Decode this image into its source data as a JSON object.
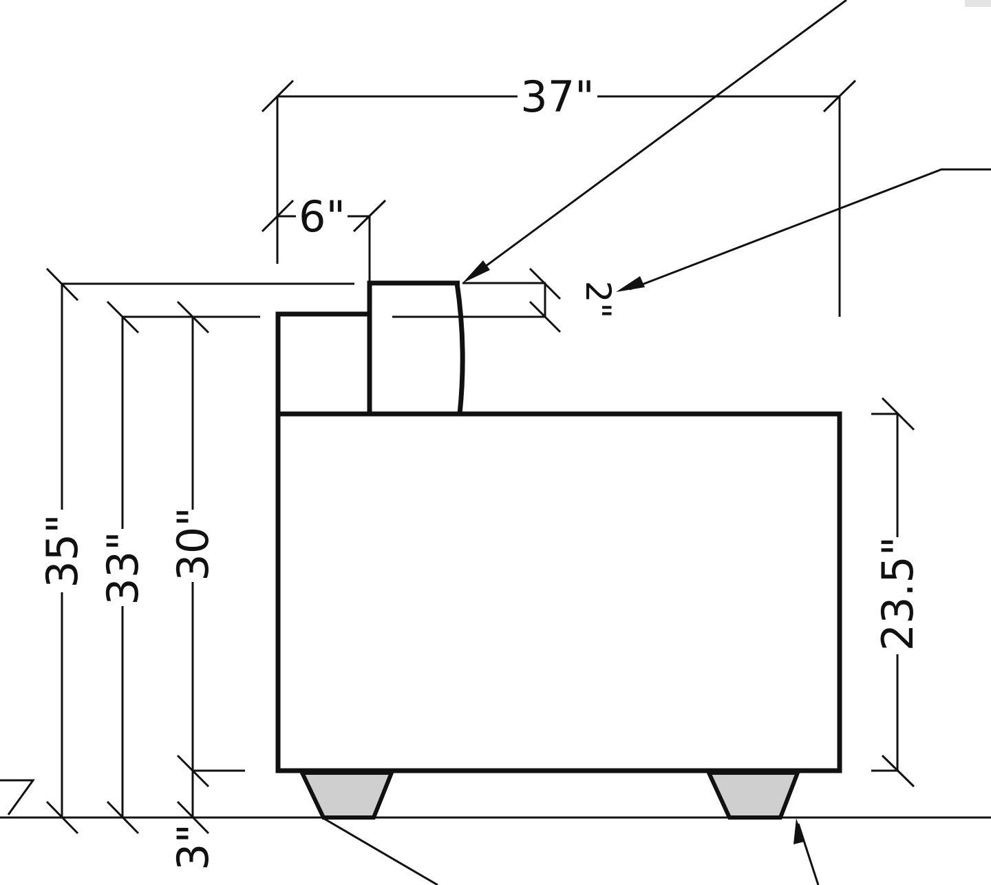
{
  "dimensions": {
    "overall_width": "37\"",
    "step_width": "6\"",
    "top_thickness": "2\"",
    "height_35": "35\"",
    "height_33": "33\"",
    "height_30": "30\"",
    "cabinet_height": "23.5\"",
    "leg_height": "3\""
  },
  "colors": {
    "line": "#111111",
    "leg_fill": "#cfcfcf",
    "background": "#ffffff",
    "corner_patch": "#e4e4e4"
  },
  "icons": {
    "floor_level_marker": "triangle-level-icon"
  }
}
